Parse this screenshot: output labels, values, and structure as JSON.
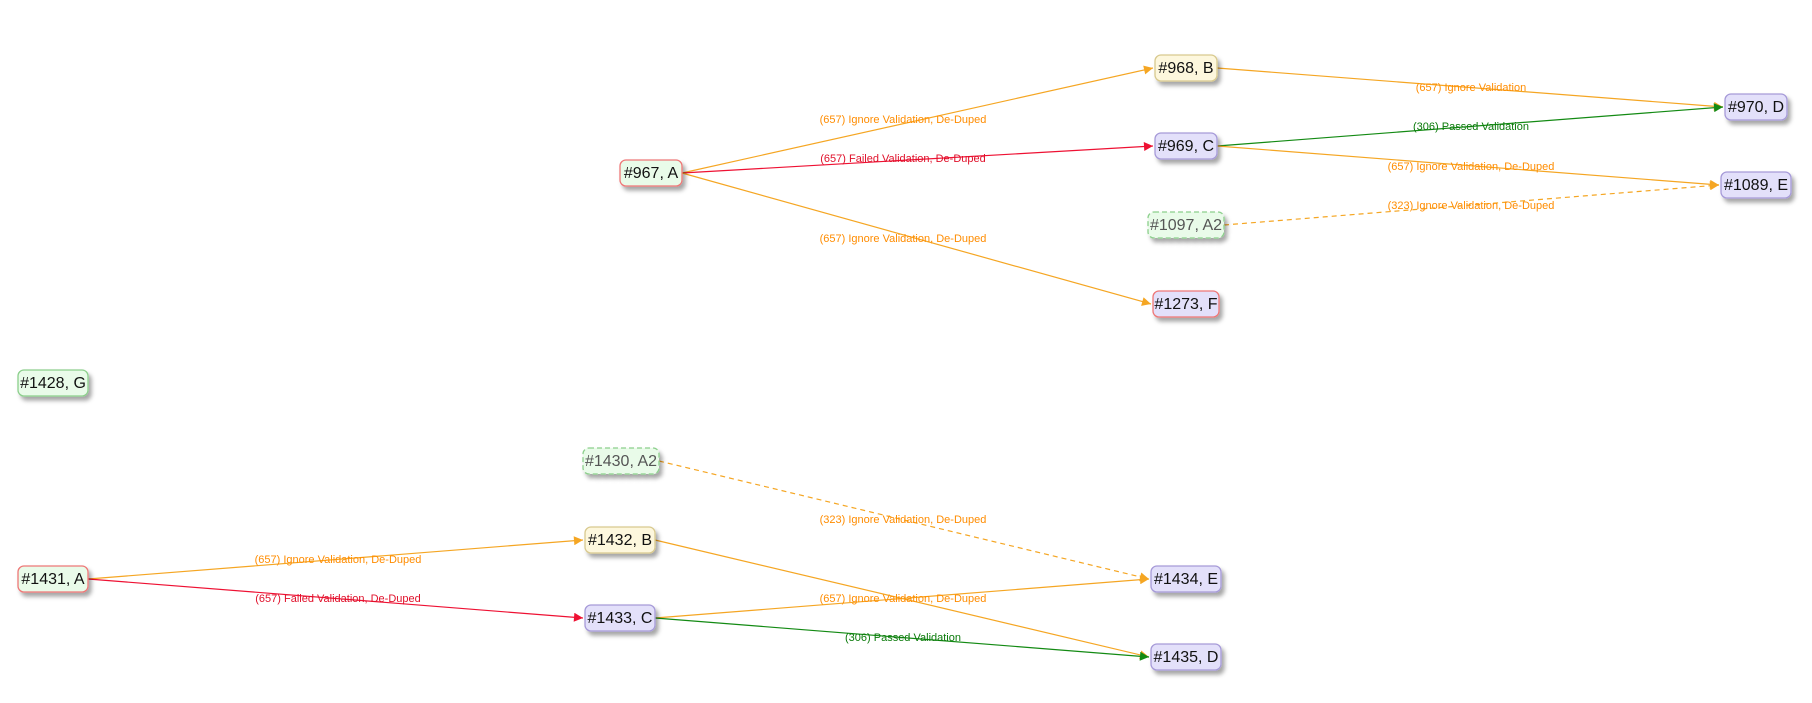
{
  "colors": {
    "ignore": "#f5a623",
    "ignore_text": "#ff8c00",
    "failed": "#ee1133",
    "failed_text": "#e0102a",
    "passed": "#138a13",
    "passed_text": "#0a7a0a",
    "fill_green": "#e9fbe9",
    "fill_yellow": "#fdf7dd",
    "fill_purple": "#e3e0fa",
    "border_red": "#ee7777",
    "border_yellow": "#d8c98e",
    "border_purple": "#a69ad8",
    "border_green": "#8ccf8c"
  },
  "nodes": [
    {
      "id": "n967",
      "label": "#967, A",
      "fill": "green",
      "border": "red",
      "dashed": false
    },
    {
      "id": "n968",
      "label": "#968, B",
      "fill": "yellow",
      "border": "yellow",
      "dashed": false
    },
    {
      "id": "n969",
      "label": "#969, C",
      "fill": "purple",
      "border": "purple",
      "dashed": false
    },
    {
      "id": "n970",
      "label": "#970, D",
      "fill": "purple",
      "border": "purple",
      "dashed": false
    },
    {
      "id": "n1089",
      "label": "#1089, E",
      "fill": "purple",
      "border": "purple",
      "dashed": false
    },
    {
      "id": "n1097",
      "label": "#1097, A2",
      "fill": "green",
      "border": "green",
      "dashed": true
    },
    {
      "id": "n1273",
      "label": "#1273, F",
      "fill": "purple",
      "border": "red",
      "dashed": false
    },
    {
      "id": "n1428",
      "label": "#1428, G",
      "fill": "green",
      "border": "green",
      "dashed": false
    },
    {
      "id": "n1430",
      "label": "#1430, A2",
      "fill": "green",
      "border": "green",
      "dashed": true
    },
    {
      "id": "n1431",
      "label": "#1431, A",
      "fill": "green",
      "border": "red",
      "dashed": false
    },
    {
      "id": "n1432",
      "label": "#1432, B",
      "fill": "yellow",
      "border": "yellow",
      "dashed": false
    },
    {
      "id": "n1433",
      "label": "#1433, C",
      "fill": "purple",
      "border": "purple",
      "dashed": false
    },
    {
      "id": "n1434",
      "label": "#1434, E",
      "fill": "purple",
      "border": "purple",
      "dashed": false
    },
    {
      "id": "n1435",
      "label": "#1435, D",
      "fill": "purple",
      "border": "purple",
      "dashed": false
    }
  ],
  "edges": [
    {
      "from": "n967",
      "to": "n968",
      "label": "(657) Ignore Validation, De-Duped",
      "kind": "ignore",
      "dashed": false
    },
    {
      "from": "n967",
      "to": "n969",
      "label": "(657) Failed Validation, De-Duped",
      "kind": "failed",
      "dashed": false
    },
    {
      "from": "n967",
      "to": "n1273",
      "label": "(657) Ignore Validation, De-Duped",
      "kind": "ignore",
      "dashed": false
    },
    {
      "from": "n968",
      "to": "n970",
      "label": "(657) Ignore Validation",
      "kind": "ignore",
      "dashed": false
    },
    {
      "from": "n969",
      "to": "n970",
      "label": "(306) Passed Validation",
      "kind": "passed",
      "dashed": false
    },
    {
      "from": "n969",
      "to": "n1089",
      "label": "(657) Ignore Validation, De-Duped",
      "kind": "ignore",
      "dashed": false
    },
    {
      "from": "n1097",
      "to": "n1089",
      "label": "(323) Ignore Validation, De-Duped",
      "kind": "ignore",
      "dashed": true
    },
    {
      "from": "n1430",
      "to": "n1434",
      "label": "(323) Ignore Validation, De-Duped",
      "kind": "ignore",
      "dashed": true
    },
    {
      "from": "n1431",
      "to": "n1432",
      "label": "(657) Ignore Validation, De-Duped",
      "kind": "ignore",
      "dashed": false
    },
    {
      "from": "n1431",
      "to": "n1433",
      "label": "(657) Failed Validation, De-Duped",
      "kind": "failed",
      "dashed": false
    },
    {
      "from": "n1432",
      "to": "n1435",
      "label": "",
      "kind": "ignore",
      "dashed": false
    },
    {
      "from": "n1433",
      "to": "n1434",
      "label": "(657) Ignore Validation, De-Duped",
      "kind": "ignore",
      "dashed": false
    },
    {
      "from": "n1433",
      "to": "n1435",
      "label": "(306) Passed Validation",
      "kind": "passed",
      "dashed": false
    }
  ]
}
